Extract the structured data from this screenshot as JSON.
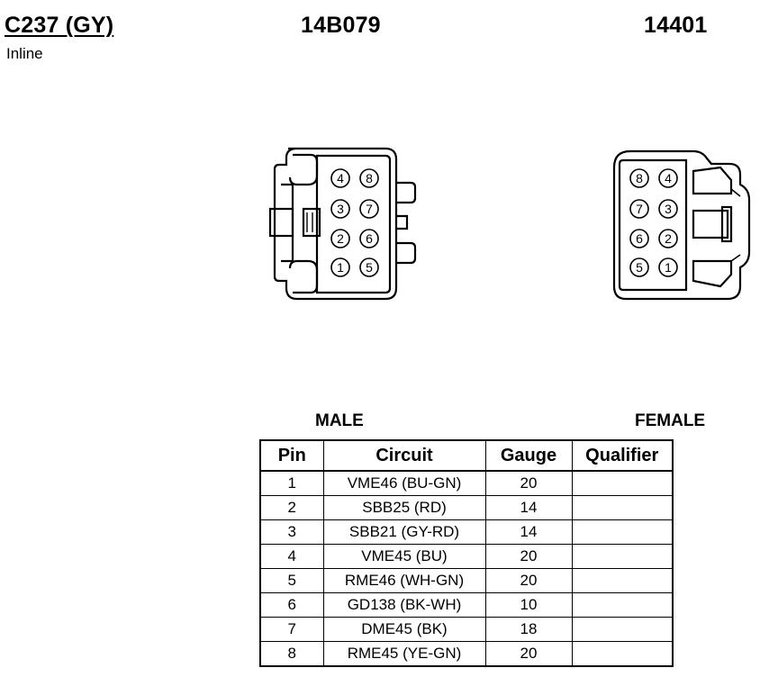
{
  "header": {
    "connector_id": "C237 (GY)",
    "part_number_a": "14B079",
    "part_number_b": "14401",
    "location": "Inline"
  },
  "male_connector": {
    "label": "MALE",
    "pin_layout": [
      [
        "4",
        "8"
      ],
      [
        "3",
        "7"
      ],
      [
        "2",
        "6"
      ],
      [
        "1",
        "5"
      ]
    ]
  },
  "female_connector": {
    "label": "FEMALE",
    "pin_layout": [
      [
        "8",
        "4"
      ],
      [
        "7",
        "3"
      ],
      [
        "6",
        "2"
      ],
      [
        "5",
        "1"
      ]
    ]
  },
  "table": {
    "headers": [
      "Pin",
      "Circuit",
      "Gauge",
      "Qualifier"
    ],
    "rows": [
      {
        "pin": "1",
        "circuit": "VME46 (BU-GN)",
        "gauge": "20",
        "qualifier": ""
      },
      {
        "pin": "2",
        "circuit": "SBB25 (RD)",
        "gauge": "14",
        "qualifier": ""
      },
      {
        "pin": "3",
        "circuit": "SBB21 (GY-RD)",
        "gauge": "14",
        "qualifier": ""
      },
      {
        "pin": "4",
        "circuit": "VME45 (BU)",
        "gauge": "20",
        "qualifier": ""
      },
      {
        "pin": "5",
        "circuit": "RME46 (WH-GN)",
        "gauge": "20",
        "qualifier": ""
      },
      {
        "pin": "6",
        "circuit": "GD138 (BK-WH)",
        "gauge": "10",
        "qualifier": ""
      },
      {
        "pin": "7",
        "circuit": "DME45 (BK)",
        "gauge": "18",
        "qualifier": ""
      },
      {
        "pin": "8",
        "circuit": "RME45 (YE-GN)",
        "gauge": "20",
        "qualifier": ""
      }
    ]
  }
}
